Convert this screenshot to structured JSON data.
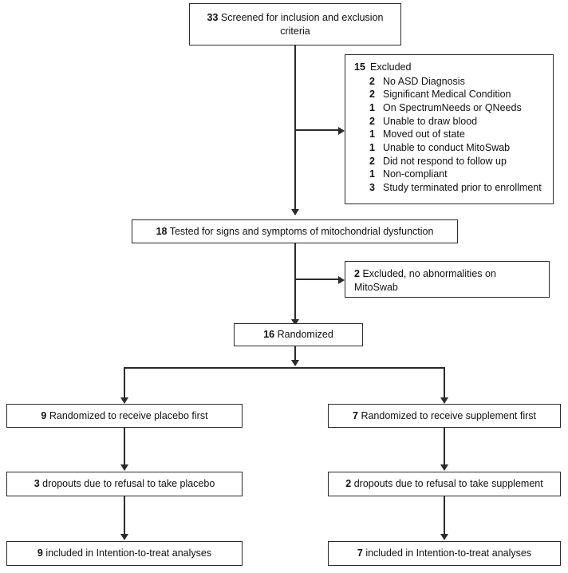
{
  "diagram": {
    "title": "CONSORT participant flow diagram",
    "line_color": "#2b2b2b",
    "box_border_color": "#2b2b2b",
    "background": "#ffffff",
    "nodes": {
      "screened": {
        "count": "33",
        "label": "Screened for inclusion and exclusion criteria"
      },
      "excluded_main": {
        "count": "15",
        "label": "Excluded",
        "reasons": [
          {
            "count": "2",
            "label": "No ASD Diagnosis"
          },
          {
            "count": "2",
            "label": "Significant Medical Condition"
          },
          {
            "count": "1",
            "label": "On SpectrumNeeds or QNeeds"
          },
          {
            "count": "2",
            "label": "Unable to draw blood"
          },
          {
            "count": "1",
            "label": "Moved out of state"
          },
          {
            "count": "1",
            "label": "Unable to conduct MitoSwab"
          },
          {
            "count": "2",
            "label": "Did not respond to follow up"
          },
          {
            "count": "1",
            "label": "Non-compliant"
          },
          {
            "count": "3",
            "label": "Study terminated prior to enrollment"
          }
        ]
      },
      "tested": {
        "count": "18",
        "label": "Tested for signs and symptoms of mitochondrial dysfunction"
      },
      "excluded_mitoswab": {
        "count": "2",
        "label": "Excluded, no abnormalities on MitoSwab"
      },
      "randomized": {
        "count": "16",
        "label": "Randomized"
      },
      "placebo_first": {
        "count": "9",
        "label": "Randomized to receive placebo first"
      },
      "supplement_first": {
        "count": "7",
        "label": "Randomized to receive supplement first"
      },
      "placebo_dropouts": {
        "count": "3",
        "label": "dropouts due to refusal to take placebo"
      },
      "supplement_dropouts": {
        "count": "2",
        "label": "dropouts due to refusal to take supplement"
      },
      "placebo_itt": {
        "count": "9",
        "label": "included in Intention-to-treat analyses"
      },
      "supplement_itt": {
        "count": "7",
        "label": "included in Intention-to-treat analyses"
      }
    }
  }
}
